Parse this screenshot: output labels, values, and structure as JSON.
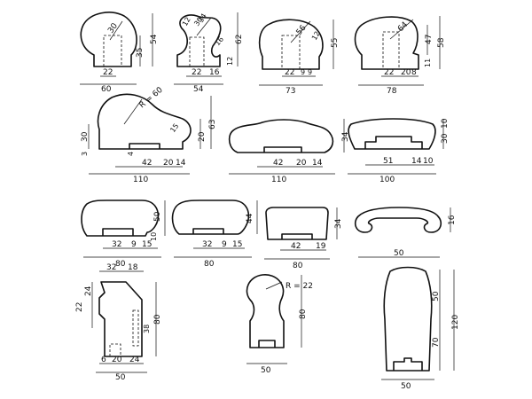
{
  "profiles": [
    {
      "id": "p1",
      "dims": {
        "w": "60",
        "base": "22",
        "h": "35",
        "h2": "54",
        "r": "30"
      }
    },
    {
      "id": "p2",
      "dims": {
        "w": "54",
        "b1": "22",
        "b2": "16",
        "r": "16",
        "h": "62",
        "h2": "12",
        "r2": "12",
        "r3": "34"
      }
    },
    {
      "id": "p3",
      "dims": {
        "w": "73",
        "b1": "22",
        "b2": "9",
        "b3": "9",
        "r": "56",
        "h": "55",
        "h2": "12"
      }
    },
    {
      "id": "p4",
      "dims": {
        "w": "78",
        "b1": "22",
        "b2": "20",
        "b3": "8",
        "r": "64",
        "h": "47",
        "h2": "58",
        "h3": "11"
      }
    },
    {
      "id": "p5",
      "dims": {
        "w": "110",
        "b1": "42",
        "b2": "20",
        "b3": "14",
        "r": "R = 60",
        "r2": "15",
        "h": "63",
        "h2": "20",
        "h3": "30",
        "h4": "3",
        "h5": "4"
      }
    },
    {
      "id": "p6",
      "dims": {
        "w": "110",
        "b1": "42",
        "b2": "20",
        "b3": "14",
        "h": "34"
      }
    },
    {
      "id": "p7",
      "dims": {
        "w": "100",
        "b1": "51",
        "b2": "14",
        "b3": "10",
        "h": "30",
        "h2": "10"
      }
    },
    {
      "id": "p8",
      "dims": {
        "w": "80",
        "b1": "32",
        "b2": "9",
        "b3": "15",
        "h": "50",
        "h2": "10"
      }
    },
    {
      "id": "p9",
      "dims": {
        "w": "80",
        "b1": "32",
        "b2": "9",
        "b3": "15",
        "h": "44"
      }
    },
    {
      "id": "p10",
      "dims": {
        "w": "80",
        "b1": "42",
        "b2": "19",
        "h": "34"
      }
    },
    {
      "id": "p11",
      "dims": {
        "w": "50",
        "h": "16"
      }
    },
    {
      "id": "p12",
      "dims": {
        "t1": "32",
        "t2": "18",
        "s1": "24",
        "s2": "22",
        "s3": "38",
        "h": "80",
        "b1": "6",
        "b2": "20",
        "b3": "24",
        "w": "50"
      }
    },
    {
      "id": "p13",
      "dims": {
        "r": "R = 22",
        "h": "80",
        "w": "50"
      }
    },
    {
      "id": "p14",
      "dims": {
        "h": "50",
        "h2": "70",
        "h3": "120",
        "w": "50"
      }
    }
  ]
}
